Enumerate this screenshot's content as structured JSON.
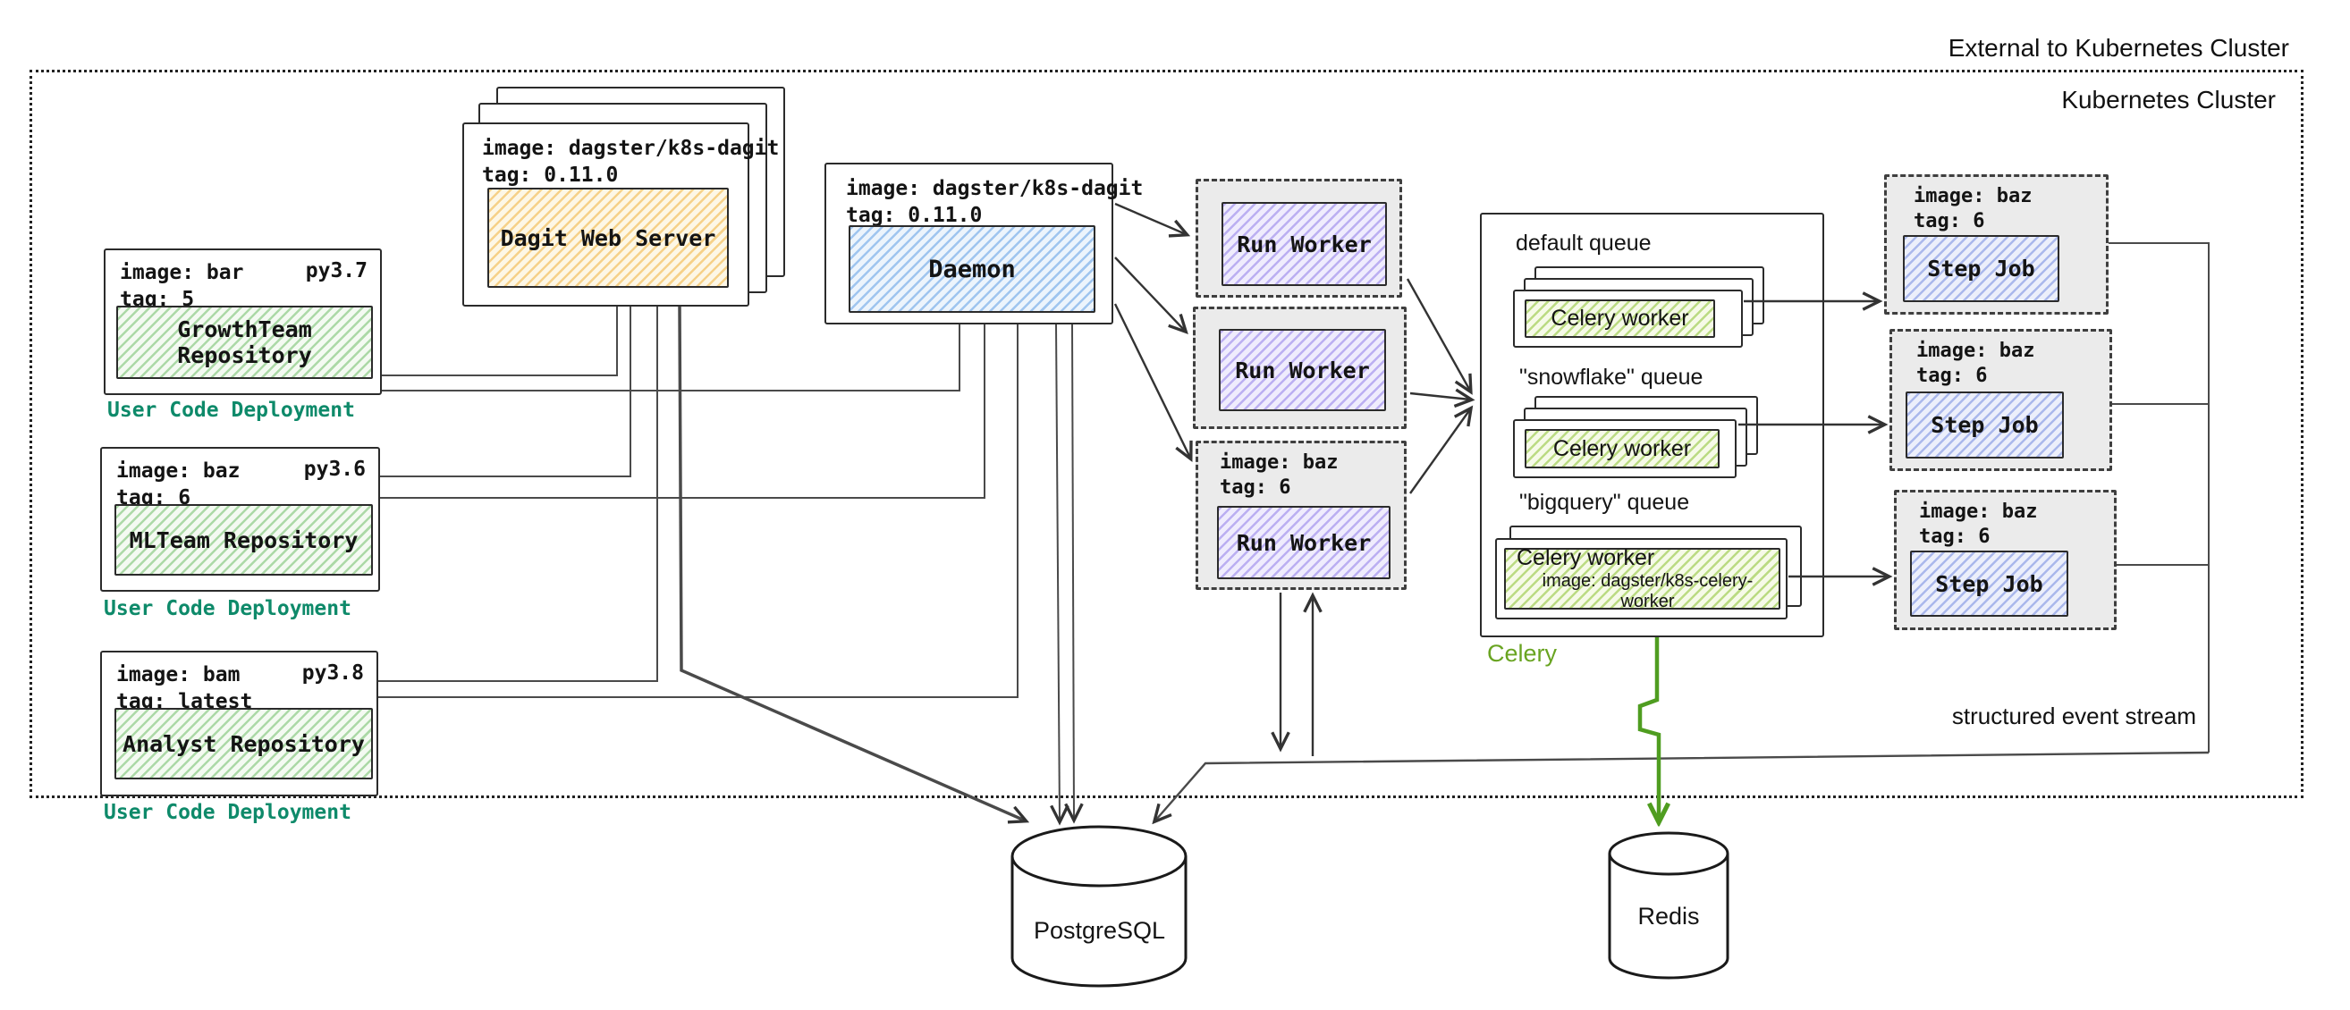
{
  "labels": {
    "external": "External to Kubernetes Cluster",
    "cluster": "Kubernetes Cluster",
    "event_stream": "structured event stream"
  },
  "deployments": [
    {
      "image": "image: bar",
      "tag": "tag: 5",
      "py": "py3.7",
      "repo": "GrowthTeam Repository",
      "caption": "User Code Deployment"
    },
    {
      "image": "image: baz",
      "tag": "tag: 6",
      "py": "py3.6",
      "repo": "MLTeam Repository",
      "caption": "User Code Deployment"
    },
    {
      "image": "image: bam",
      "tag": "tag: latest",
      "py": "py3.8",
      "repo": "Analyst Repository",
      "caption": "User Code Deployment"
    }
  ],
  "dagit": {
    "image": "image: dagster/k8s-dagit",
    "tag": "tag: 0.11.0",
    "name": "Dagit Web Server"
  },
  "daemon": {
    "image": "image: dagster/k8s-dagit",
    "tag": "tag: 0.11.0",
    "name": "Daemon"
  },
  "run_workers": [
    {
      "name": "Run Worker"
    },
    {
      "name": "Run Worker"
    },
    {
      "name": "Run Worker",
      "image": "image: baz",
      "tag": "tag: 6"
    }
  ],
  "celery": {
    "caption": "Celery",
    "queues": [
      {
        "label": "default queue",
        "worker": "Celery worker"
      },
      {
        "label": "\"snowflake\" queue",
        "worker": "Celery worker"
      },
      {
        "label": "\"bigquery\" queue",
        "worker": "Celery worker",
        "worker_image": "image: dagster/k8s-celery-worker"
      }
    ]
  },
  "step_jobs": [
    {
      "image": "image: baz",
      "tag": "tag: 6",
      "name": "Step Job"
    },
    {
      "image": "image: baz",
      "tag": "tag: 6",
      "name": "Step Job"
    },
    {
      "image": "image: baz",
      "tag": "tag: 6",
      "name": "Step Job"
    }
  ],
  "databases": {
    "postgres": "PostgreSQL",
    "redis": "Redis"
  },
  "colors": {
    "caption_teal": "#0e8a6a",
    "celery_green": "#69a421",
    "arrow_green": "#4f9d20"
  }
}
